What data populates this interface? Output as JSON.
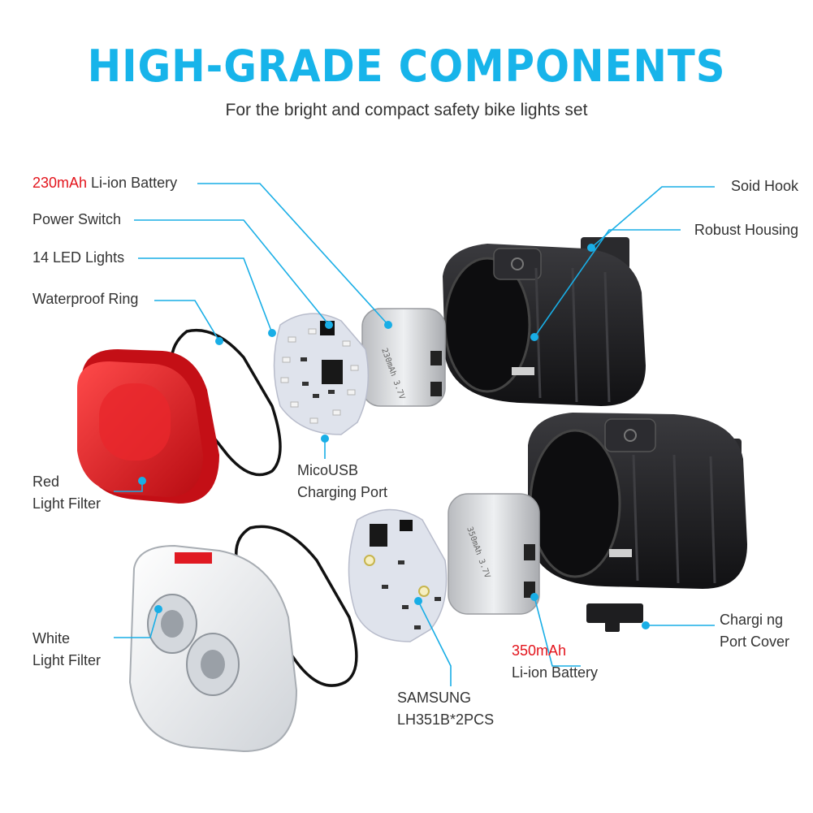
{
  "header": {
    "title": "HIGH-GRADE COMPONENTS",
    "subtitle": "For the bright and compact safety bike lights set"
  },
  "colors": {
    "accent": "#17b4ea",
    "highlight": "#e3141c",
    "text": "#333333",
    "housing": "#1d1d1f",
    "red_filter": "#e0141a",
    "pcb": "#dfe3ec",
    "battery": "#cfd1d4"
  },
  "labels": {
    "battery_230_capacity": "230mAh",
    "battery_230_text": " Li-ion Battery",
    "power_switch": "Power Switch",
    "led_lights": "14 LED Lights",
    "waterproof_ring": "Waterproof Ring",
    "red_filter_line1": "Red",
    "red_filter_line2": "Light Filter",
    "micro_usb_line1": "MicoUSB",
    "micro_usb_line2": "Charging Port",
    "white_filter_line1": "White",
    "white_filter_line2": "Light Filter",
    "samsung_line1": "SAMSUNG",
    "samsung_line2": "LH351B*2PCS",
    "battery_350_capacity": "350mAh",
    "battery_350_text": "Li-ion Battery",
    "solid_hook": "Soid Hook",
    "robust_housing": "Robust Housing",
    "charging_cover_line1": "Chargi ng",
    "charging_cover_line2": "Port Cover"
  }
}
